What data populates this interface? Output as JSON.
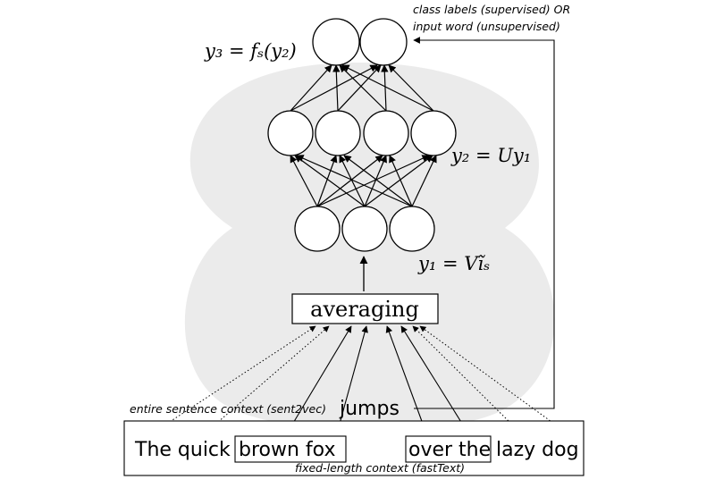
{
  "diagram": {
    "output_note": {
      "line1": "class labels (supervised) OR",
      "line2": "input word (unsupervised)"
    },
    "equations": {
      "y3": "y₃ = fₛ(y₂)",
      "y2": "y₂ = Uy₁",
      "y1": "y₁ = Vĩₛ"
    },
    "averaging_label": "averaging",
    "center_word": "jumps",
    "sentence_context_label": "entire sentence context (sent2vec)",
    "fixed_context_label": "fixed-length context (fastText)",
    "sentence": {
      "part1": "The quick",
      "part2": "brown fox",
      "part3": "over the",
      "part4": "lazy dog"
    },
    "layers": {
      "output_nodes": 2,
      "hidden_nodes": 4,
      "input_nodes": 3
    },
    "colors": {
      "blob": "#ebebeb",
      "stroke": "#000000",
      "text": "#000000"
    }
  }
}
